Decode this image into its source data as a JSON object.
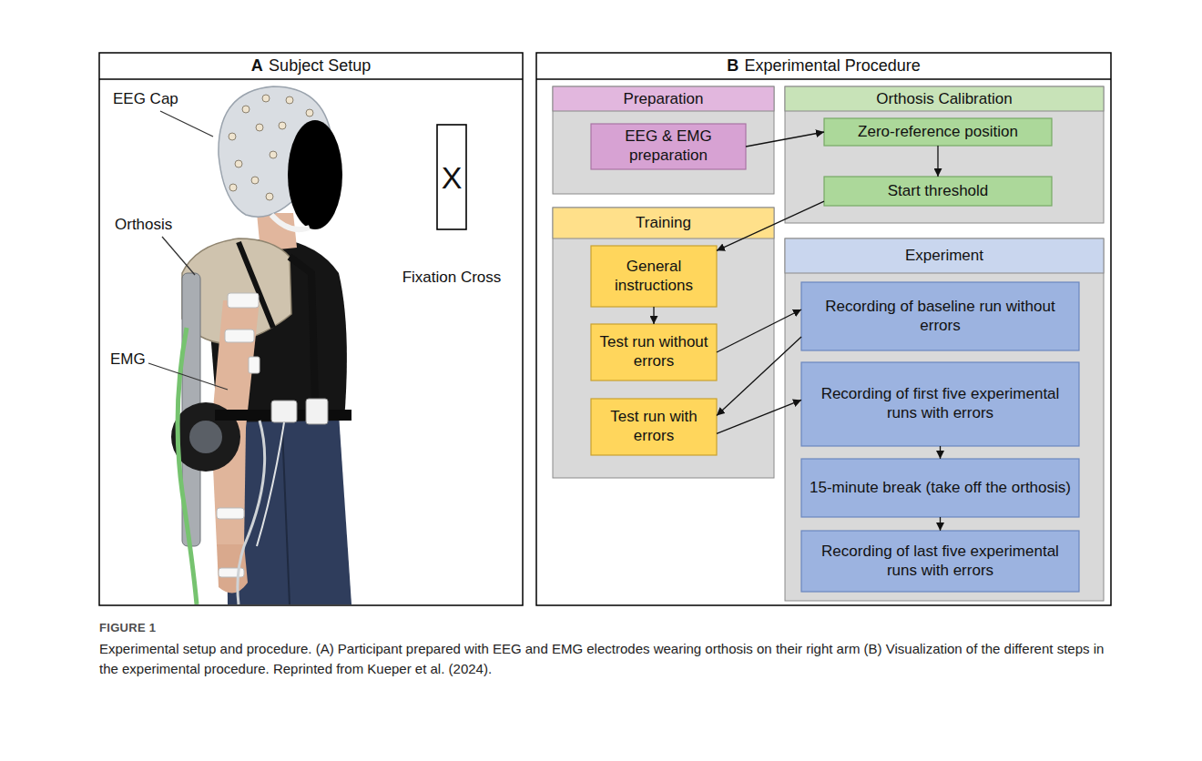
{
  "diagram": {
    "title": "FIGURE 1",
    "caption": "Experimental setup and procedure. (A) Participant prepared with EEG and EMG electrodes wearing orthosis on their right arm (B) Visualization of the different steps in the experimental procedure. Reprinted from Kueper et al. (2024).",
    "nodes": [
      {
        "text": [
          "A",
          "Subject Setup"
        ]
      },
      {
        "text": [
          "X"
        ],
        "in": 0
      },
      {
        "text": [
          "B",
          "Experimental Procedure"
        ]
      },
      {
        "text": [
          "Preparation"
        ],
        "in": 2
      },
      {
        "text": [
          "EEG & EMG preparation"
        ],
        "in": 3
      },
      {
        "text": [
          "Orthosis Calibration"
        ],
        "in": 2
      },
      {
        "text": [
          "Zero-reference position"
        ],
        "in": 5
      },
      {
        "text": [
          "Start threshold"
        ],
        "in": 5
      },
      {
        "text": [
          "Training"
        ],
        "in": 2
      },
      {
        "text": [
          "General instructions"
        ],
        "in": 8
      },
      {
        "text": [
          "Test run without errors"
        ],
        "in": 8
      },
      {
        "text": [
          "Test run with errors"
        ],
        "in": 8
      },
      {
        "text": [
          "Experiment"
        ],
        "in": 2
      },
      {
        "text": [
          "Recording of baseline run without errors"
        ],
        "in": 12
      },
      {
        "text": [
          "Recording of first five experimental runs with errors"
        ],
        "in": 12
      },
      {
        "text": [
          "15-minute break (take off the orthosis)"
        ],
        "in": 12
      },
      {
        "text": [
          "Recording of last five experimental runs with errors"
        ],
        "in": 12
      }
    ],
    "edges": [
      {
        "from": 4,
        "to": 6,
        "arrow": "to"
      },
      {
        "from": 6,
        "to": 7,
        "arrow": "to"
      },
      {
        "from": 7,
        "to": 9,
        "arrow": "to"
      },
      {
        "from": 9,
        "to": 10,
        "arrow": "to"
      },
      {
        "from": 10,
        "to": 13,
        "arrow": "to"
      },
      {
        "from": 13,
        "to": 11,
        "arrow": "to"
      },
      {
        "from": 11,
        "to": 14,
        "arrow": "to"
      },
      {
        "from": 14,
        "to": 15,
        "arrow": "to"
      },
      {
        "from": 15,
        "to": 16,
        "arrow": "to"
      }
    ],
    "labels": [
      "EEG Cap",
      "Orthosis",
      "EMG",
      "Fixation Cross"
    ]
  }
}
